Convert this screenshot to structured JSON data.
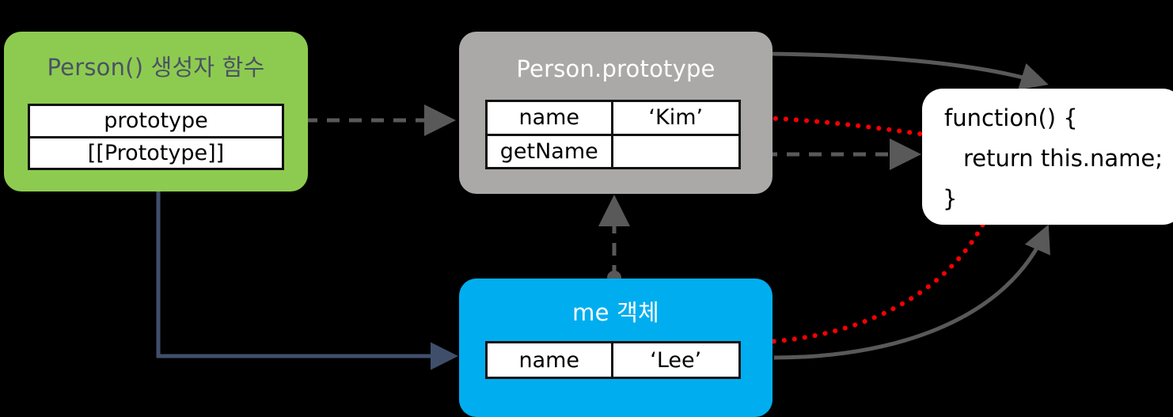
{
  "diagram": {
    "title": "JavaScript prototype chain diagram",
    "background": "#000000",
    "nodes": {
      "constructor": {
        "title": "Person() 생성자 함수",
        "fill": "#8DCB50",
        "title_color": "#4a5264",
        "slots": [
          {
            "key": "prototype",
            "value": ""
          },
          {
            "key": "[[Prototype]]",
            "value": ""
          }
        ]
      },
      "prototype": {
        "title": "Person.prototype",
        "fill": "#ABA9A8",
        "title_color": "#ffffff",
        "rows": [
          {
            "key": "name",
            "value": "‘Kim’"
          },
          {
            "key": "getName",
            "value": ""
          }
        ]
      },
      "instance": {
        "title": "me 객체",
        "fill": "#00AEEF",
        "title_color": "#ffffff",
        "rows": [
          {
            "key": "name",
            "value": "‘Lee’"
          }
        ]
      },
      "function_literal": {
        "fill": "#ffffff",
        "lines": [
          "function() {",
          "return this.name;",
          "}"
        ]
      }
    },
    "edges": [
      {
        "name": "ctor-prototype-to-proto-object",
        "style": "dashed",
        "color": "#595959",
        "from": "constructor.prototype",
        "to": "Person.prototype"
      },
      {
        "name": "ctor-to-me-object",
        "style": "solid",
        "color": "#3f4f6b",
        "from": "Person() 생성자 함수",
        "to": "me 객체"
      },
      {
        "name": "me-prototype-link-to-proto",
        "style": "dashed",
        "color": "#595959",
        "from": "me 객체",
        "to": "Person.prototype"
      },
      {
        "name": "getname-to-function",
        "style": "dashed",
        "color": "#595959",
        "from": "getName",
        "to": "function() {"
      },
      {
        "name": "proto-to-function-this-binding",
        "style": "solid",
        "color": "#595959",
        "from": "Person.prototype",
        "to": "function() {"
      },
      {
        "name": "me-to-function-this-binding",
        "style": "solid",
        "color": "#595959",
        "from": "me 객체",
        "to": "function() {"
      },
      {
        "name": "this-name-to-kim",
        "style": "dotted",
        "color": "#ff0000",
        "from": "this.name",
        "to": "‘Kim’"
      },
      {
        "name": "this-name-to-lee",
        "style": "dotted",
        "color": "#ff0000",
        "from": "this.name",
        "to": "‘Lee’"
      }
    ]
  }
}
